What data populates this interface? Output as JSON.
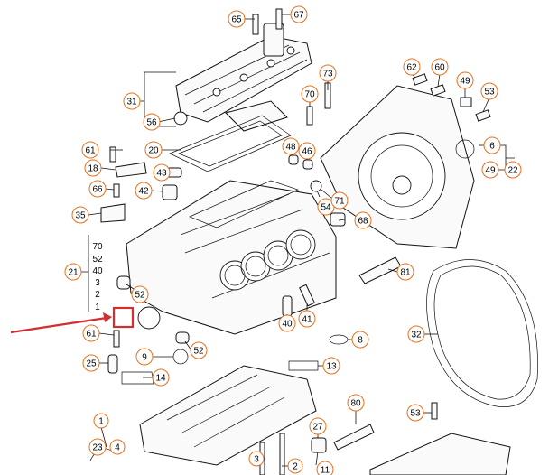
{
  "diagram": {
    "callouts": [
      "65",
      "67",
      "31",
      "56",
      "73",
      "70",
      "62",
      "60",
      "49",
      "53",
      "20",
      "61",
      "48",
      "46",
      "18",
      "43",
      "6",
      "49",
      "22",
      "66",
      "42",
      "54",
      "71",
      "35",
      "68",
      "70",
      "52",
      "40",
      "81",
      "3",
      "2",
      "1",
      "52",
      "40",
      "41",
      "21",
      "61",
      "9",
      "52",
      "8",
      "32",
      "25",
      "14",
      "13",
      "1",
      "80",
      "53",
      "27",
      "23",
      "4",
      "3",
      "2",
      "11"
    ],
    "highlight": {
      "label": "",
      "color": "#d32f2f"
    },
    "accent_color": "#e8701a"
  }
}
